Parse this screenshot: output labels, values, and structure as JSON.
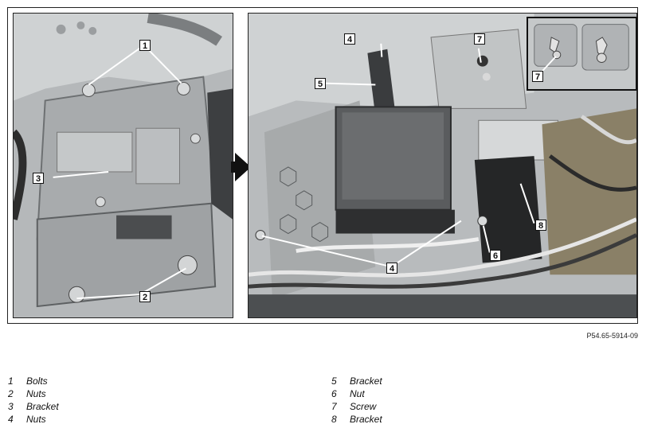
{
  "reference": "P54.65-5914-09",
  "callouts": {
    "left": [
      "1",
      "3",
      "2"
    ],
    "right": [
      "4",
      "5",
      "7",
      "7",
      "4",
      "6",
      "8"
    ]
  },
  "legend": {
    "left": [
      {
        "num": "1",
        "text": "Bolts"
      },
      {
        "num": "2",
        "text": "Nuts"
      },
      {
        "num": "3",
        "text": "Bracket"
      },
      {
        "num": "4",
        "text": "Nuts"
      }
    ],
    "right": [
      {
        "num": "5",
        "text": "Bracket"
      },
      {
        "num": "6",
        "text": "Nut"
      },
      {
        "num": "7",
        "text": "Screw"
      },
      {
        "num": "8",
        "text": "Bracket"
      }
    ]
  }
}
